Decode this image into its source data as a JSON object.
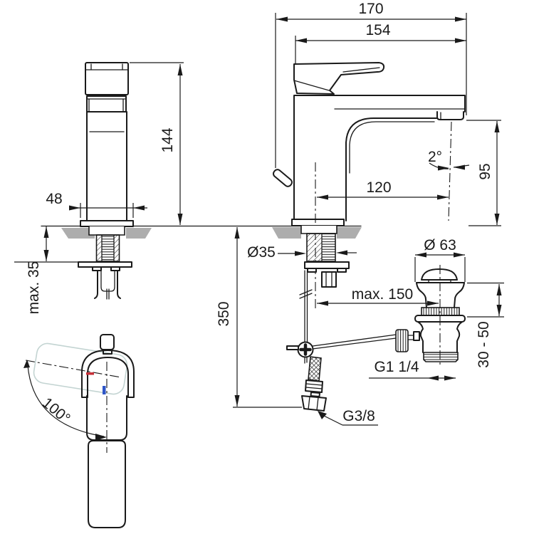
{
  "dims": {
    "d170": "170",
    "d154": "154",
    "d144": "144",
    "d48": "48",
    "dmax35": "max. 35",
    "d2deg": "2°",
    "d95": "95",
    "d120": "120",
    "do35": "Ø35",
    "d350": "350",
    "dmax150": "max. 150",
    "do63": "Ø 63",
    "d3050": "30 - 50",
    "dg114": "G1 1/4",
    "dg38": "G3/8",
    "d100deg": "100°"
  },
  "colors": {
    "line": "#1a1a1a",
    "countertop": "#adadad",
    "ghost_outline": "#c3d4d2",
    "hot_marker": "#c73038",
    "cold_marker": "#2e55c8"
  }
}
